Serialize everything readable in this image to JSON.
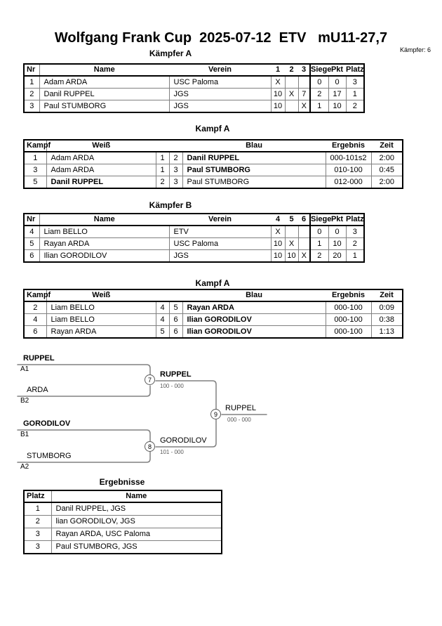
{
  "page": {
    "title": "Wolfgang Frank Cup  2025-07-12  ETV   mU11-27,7",
    "fighter_count": "Kämpfer: 6"
  },
  "colors": {
    "table_border": "#000000",
    "grid_line": "#808080",
    "bracket_line": "#808080",
    "score_text": "#595959"
  },
  "kaempfer_a": {
    "heading": "Kämpfer A",
    "columns": [
      "Nr",
      "Name",
      "Verein",
      "1",
      "2",
      "3",
      "Siege",
      "Pkt",
      "Platz"
    ],
    "rows": [
      {
        "nr": "1",
        "name": "Adam ARDA",
        "verein": "USC Paloma",
        "r1": "X",
        "r2": "",
        "r3": "",
        "siege": "0",
        "pkt": "0",
        "platz": "3"
      },
      {
        "nr": "2",
        "name": "Danil RUPPEL",
        "verein": "JGS",
        "r1": "10",
        "r2": "X",
        "r3": "7",
        "siege": "2",
        "pkt": "17",
        "platz": "1"
      },
      {
        "nr": "3",
        "name": "Paul STUMBORG",
        "verein": "JGS",
        "r1": "10",
        "r2": "",
        "r3": "X",
        "siege": "1",
        "pkt": "10",
        "platz": "2"
      }
    ]
  },
  "kampf_a1": {
    "heading": "Kampf A",
    "columns": [
      "Kampf",
      "Weiß",
      "Blau",
      "Ergebnis",
      "Zeit"
    ],
    "rows": [
      {
        "kampf": "1",
        "weiss": "Adam ARDA",
        "wnr": "1",
        "bnr": "2",
        "blau": "Danil RUPPEL",
        "ergebnis": "000-101s2",
        "zeit": "2:00"
      },
      {
        "kampf": "3",
        "weiss": "Adam ARDA",
        "wnr": "1",
        "bnr": "3",
        "blau": "Paul STUMBORG",
        "ergebnis": "010-100",
        "zeit": "0:45"
      },
      {
        "kampf": "5",
        "weiss": "Danil RUPPEL",
        "wnr": "2",
        "bnr": "3",
        "blau": "Paul STUMBORG",
        "ergebnis": "012-000",
        "zeit": "2:00"
      }
    ]
  },
  "kaempfer_b": {
    "heading": "Kämpfer B",
    "columns": [
      "Nr",
      "Name",
      "Verein",
      "4",
      "5",
      "6",
      "Siege",
      "Pkt",
      "Platz"
    ],
    "rows": [
      {
        "nr": "4",
        "name": "Liam BELLO",
        "verein": "ETV",
        "r1": "X",
        "r2": "",
        "r3": "",
        "siege": "0",
        "pkt": "0",
        "platz": "3"
      },
      {
        "nr": "5",
        "name": "Rayan ARDA",
        "verein": "USC Paloma",
        "r1": "10",
        "r2": "X",
        "r3": "",
        "siege": "1",
        "pkt": "10",
        "platz": "2"
      },
      {
        "nr": "6",
        "name": "Ilian GORODILOV",
        "verein": "JGS",
        "r1": "10",
        "r2": "10",
        "r3": "X",
        "siege": "2",
        "pkt": "20",
        "platz": "1"
      }
    ]
  },
  "kampf_a2": {
    "heading": "Kampf A",
    "columns": [
      "Kampf",
      "Weiß",
      "Blau",
      "Ergebnis",
      "Zeit"
    ],
    "rows": [
      {
        "kampf": "2",
        "weiss": "Liam BELLO",
        "wnr": "4",
        "bnr": "5",
        "blau": "Rayan ARDA",
        "ergebnis": "000-100",
        "zeit": "0:09"
      },
      {
        "kampf": "4",
        "weiss": "Liam BELLO",
        "wnr": "4",
        "bnr": "6",
        "blau": "Ilian GORODILOV",
        "ergebnis": "000-100",
        "zeit": "0:38"
      },
      {
        "kampf": "6",
        "weiss": "Rayan ARDA",
        "wnr": "5",
        "bnr": "6",
        "blau": "Ilian GORODILOV",
        "ergebnis": "000-100",
        "zeit": "1:13"
      }
    ]
  },
  "bracket": {
    "sf1": {
      "top_name": "RUPPEL",
      "top_seed": "A1",
      "bottom_name": "ARDA",
      "bottom_seed": "B2",
      "match_no": "7",
      "winner": "RUPPEL",
      "score": "100 - 000"
    },
    "sf2": {
      "top_name": "GORODILOV",
      "top_seed": "B1",
      "bottom_name": "STUMBORG",
      "bottom_seed": "A2",
      "match_no": "8",
      "winner": "GORODILOV",
      "score": "101 - 000"
    },
    "final": {
      "match_no": "9",
      "winner": "RUPPEL",
      "score": "000 - 000"
    }
  },
  "ergebnisse": {
    "heading": "Ergebnisse",
    "columns": [
      "Platz",
      "Name"
    ],
    "rows": [
      {
        "platz": "1",
        "name": "Danil RUPPEL, JGS"
      },
      {
        "platz": "2",
        "name": "lian GORODILOV, JGS"
      },
      {
        "platz": "3",
        "name": "Rayan ARDA, USC Paloma"
      },
      {
        "platz": "3",
        "name": "Paul STUMBORG, JGS"
      }
    ]
  }
}
